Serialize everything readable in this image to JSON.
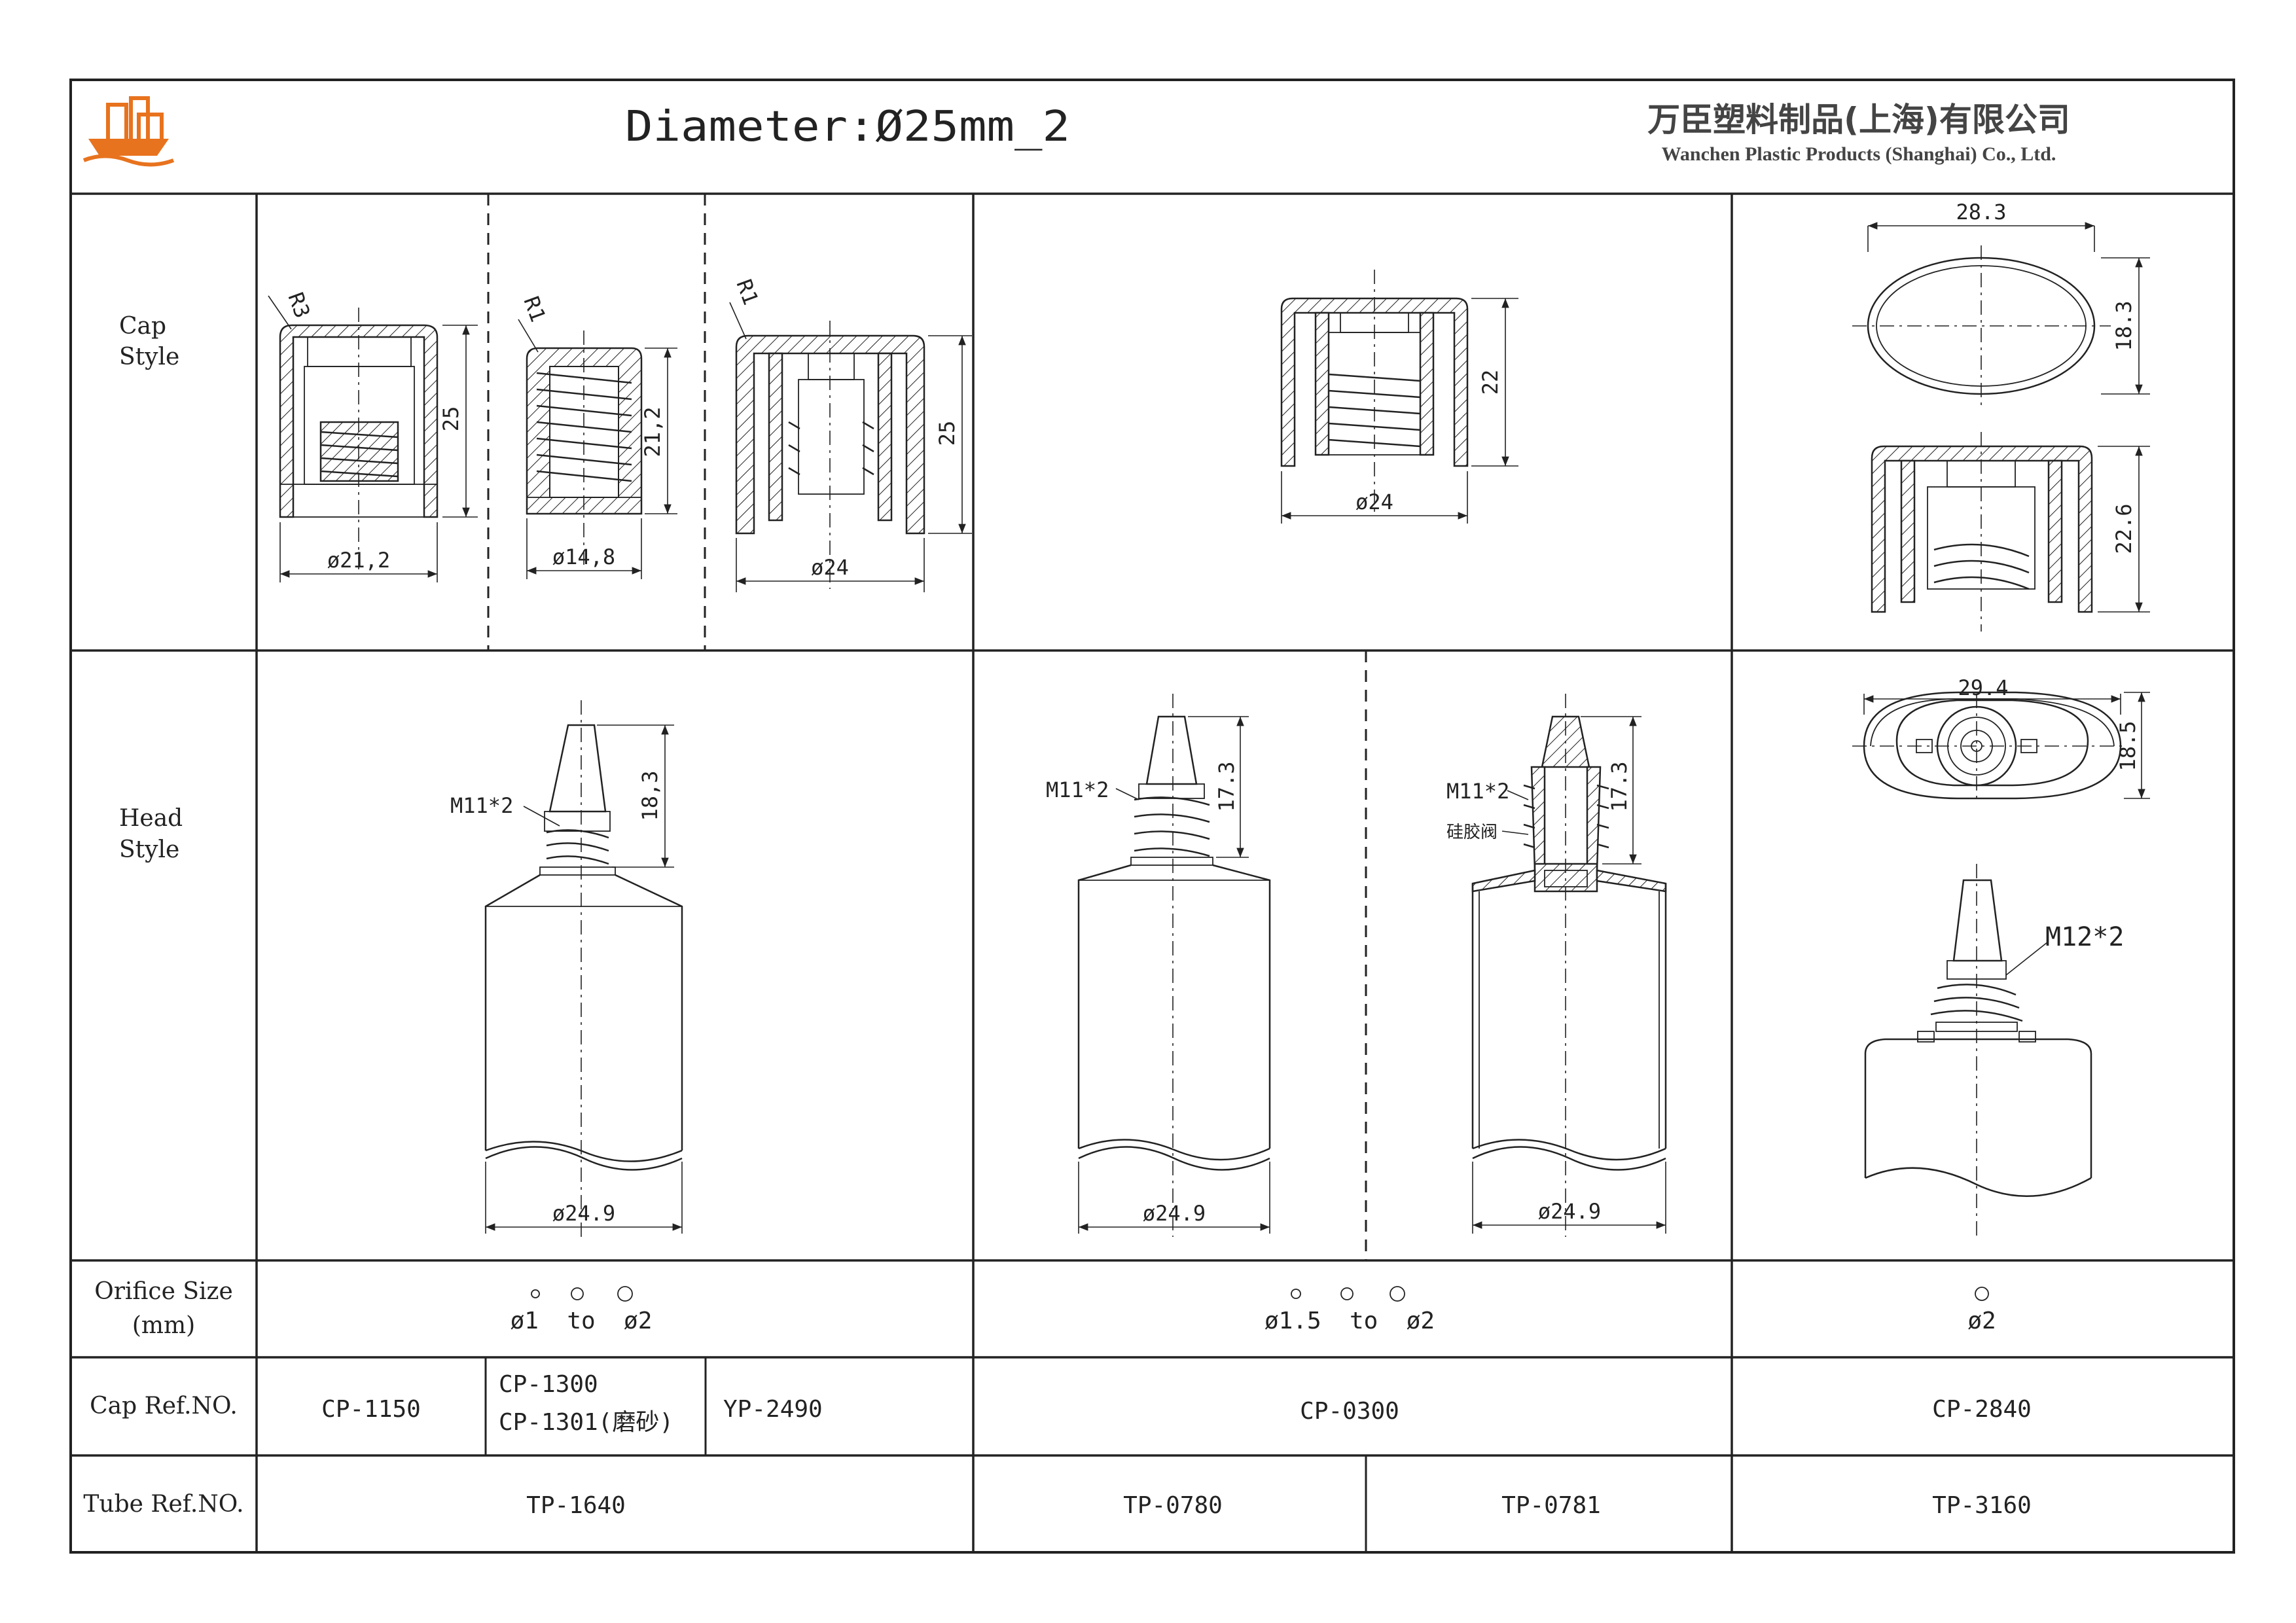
{
  "header": {
    "title": "Diameter:Ø25mm_2",
    "company_cn": "万臣塑料制品(上海)有限公司",
    "company_en": "Wanchen Plastic Products (Shanghai) Co., Ltd.",
    "logo_color": "#e8731e"
  },
  "row_labels": {
    "cap_style": [
      "Cap",
      "Style"
    ],
    "head_style": [
      "Head",
      "Style"
    ],
    "orifice": [
      "Orifice Size",
      "(mm)"
    ],
    "cap_ref": "Cap Ref.NO.",
    "tube_ref": "Tube Ref.NO."
  },
  "cap_dims": {
    "cap1": {
      "radius": "R3",
      "height": "25",
      "width": "ø21,2"
    },
    "cap2": {
      "radius": "R1",
      "height": "21,2",
      "width": "ø14,8"
    },
    "cap3": {
      "radius": "R1",
      "height": "25",
      "width": "ø24"
    },
    "cap4": {
      "height": "22",
      "width": "ø24"
    },
    "cap5": {
      "top_width": "28.3",
      "top_height": "18.3",
      "height": "22.6"
    }
  },
  "head_dims": {
    "head1": {
      "thread": "M11*2",
      "height": "18,3",
      "width": "ø24.9"
    },
    "head2": {
      "thread": "M11*2",
      "height": "17.3",
      "width": "ø24.9"
    },
    "head3": {
      "thread": "M11*2",
      "valve": "硅胶阀",
      "height": "17.3",
      "width": "ø24.9"
    },
    "head4": {
      "top_width": "29.4",
      "top_height": "18.5",
      "thread": "M12*2"
    }
  },
  "orifice_sizes": {
    "col1": "ø1  to  ø2",
    "col2": "ø1.5  to  ø2",
    "col3": "ø2"
  },
  "cap_refs": {
    "c1": "CP-1150",
    "c2a": "CP-1300",
    "c2b": "CP-1301(磨砂)",
    "c3": "YP-2490",
    "c4": "CP-0300",
    "c5": "CP-2840"
  },
  "tube_refs": {
    "t1": "TP-1640",
    "t2": "TP-0780",
    "t3": "TP-0781",
    "t4": "TP-3160"
  }
}
